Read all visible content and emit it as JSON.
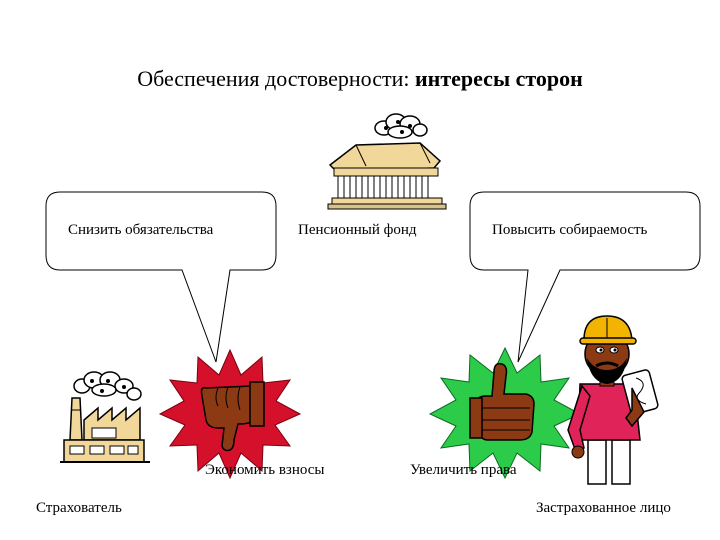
{
  "title": {
    "regular": "Обеспечения достоверности: ",
    "bold": "интересы сторон"
  },
  "bubbles": {
    "left": "Снизить обязательства",
    "right": "Повысить собираемость"
  },
  "labels": {
    "fund": "Пенсионный фонд",
    "save": "Экономить взносы",
    "rights": "Увеличить права",
    "insurer": "Страхователь",
    "insured": "Застрахованное лицо"
  },
  "icons": {
    "fund": "pension-fund-building-icon",
    "insurer": "factory-icon",
    "down": "thumbs-down-icon",
    "up": "thumbs-up-icon",
    "insured": "worker-icon"
  },
  "colors": {
    "burst_red": "#d4102a",
    "burst_green": "#2ccc4a",
    "hand": "#8b3a14",
    "shirt": "#e0245a",
    "helmet": "#f2b400"
  }
}
